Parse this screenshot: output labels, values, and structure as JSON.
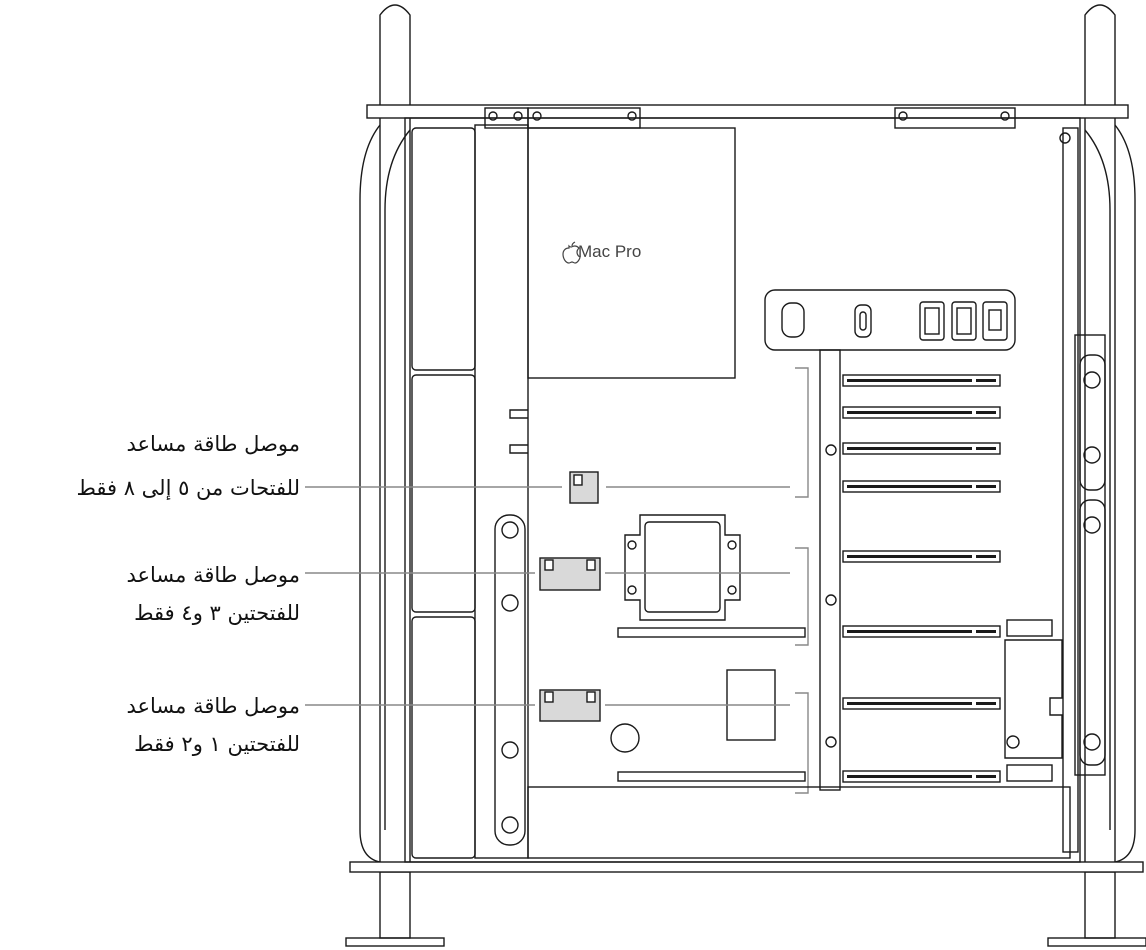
{
  "product_logo": "Mac Pro",
  "callouts": [
    {
      "line1": "موصل طاقة مساعد",
      "line2": "للفتحات من ٥ إلى ٨ فقط"
    },
    {
      "line1": "موصل طاقة مساعد",
      "line2": "للفتحتين ٣ و٤ فقط"
    },
    {
      "line1": "موصل طاقة مساعد",
      "line2": "للفتحتين ١ و٢ فقط"
    }
  ],
  "colors": {
    "line": "#1a1a1a",
    "leader": "#888888",
    "connector_fill": "#d9d9d9"
  }
}
